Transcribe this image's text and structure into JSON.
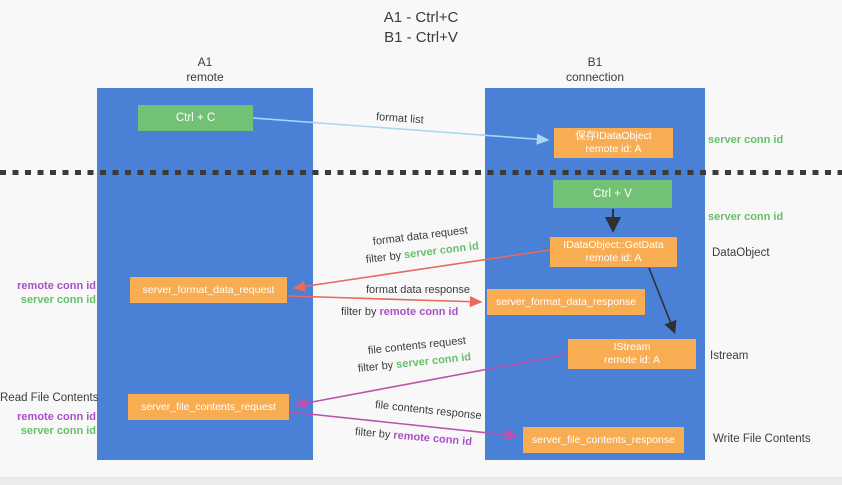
{
  "title": {
    "line1": "A1 - Ctrl+C",
    "line2": "B1 - Ctrl+V"
  },
  "columns": {
    "left": {
      "name": "A1",
      "subtitle": "remote"
    },
    "right": {
      "name": "B1",
      "subtitle": "connection"
    }
  },
  "boxes": {
    "ctrl_c": {
      "label": "Ctrl + C"
    },
    "save_dataobject": {
      "line1": "保存IDataObject",
      "line2": "remote id: A"
    },
    "ctrl_v": {
      "label": "Ctrl + V"
    },
    "getdata": {
      "line1": "IDataObject::GetData",
      "line2": "remote id: A"
    },
    "format_request": {
      "label": "server_format_data_request"
    },
    "format_response": {
      "label": "server_format_data_response"
    },
    "istream": {
      "line1": "IStream",
      "line2": "remote id: A"
    },
    "file_request": {
      "label": "server_file_contents_request"
    },
    "file_response": {
      "label": "server_file_contents_response"
    }
  },
  "messages": {
    "format_list": "format list",
    "format_request": {
      "text": "format data request",
      "filter_prefix": "filter by",
      "filter_key": "server conn id"
    },
    "format_response": {
      "text": "format data response",
      "filter_prefix": "filter by",
      "filter_key": "remote conn id"
    },
    "file_request": {
      "text": "file contents request",
      "filter_prefix": "filter by",
      "filter_key": "server conn id"
    },
    "file_response": {
      "text": "file contents response",
      "filter_prefix": "filter by",
      "filter_key": "remote conn id"
    }
  },
  "annotations": {
    "right_server_conn_id_top": "server conn id",
    "right_server_conn_id_mid": "server conn id",
    "right_dataobject": "DataObject",
    "right_istream": "Istream",
    "right_write_file": "Write File Contents",
    "left_remote_conn_id_top": "remote conn id",
    "left_server_conn_id_top": "server conn id",
    "left_read_file": "Read File Contents",
    "left_remote_conn_id_bottom": "remote conn id",
    "left_server_conn_id_bottom": "server conn id"
  },
  "colors": {
    "column_blue": "#4a80d5",
    "box_green": "#72c175",
    "box_orange": "#f9ad52",
    "accent_green": "#66bf6a",
    "accent_purple": "#ab4fc8",
    "arrow_light_blue": "#a9d7f2",
    "arrow_red": "#e76a5e",
    "arrow_magenta": "#bb52ae",
    "arrow_black": "#303030"
  }
}
